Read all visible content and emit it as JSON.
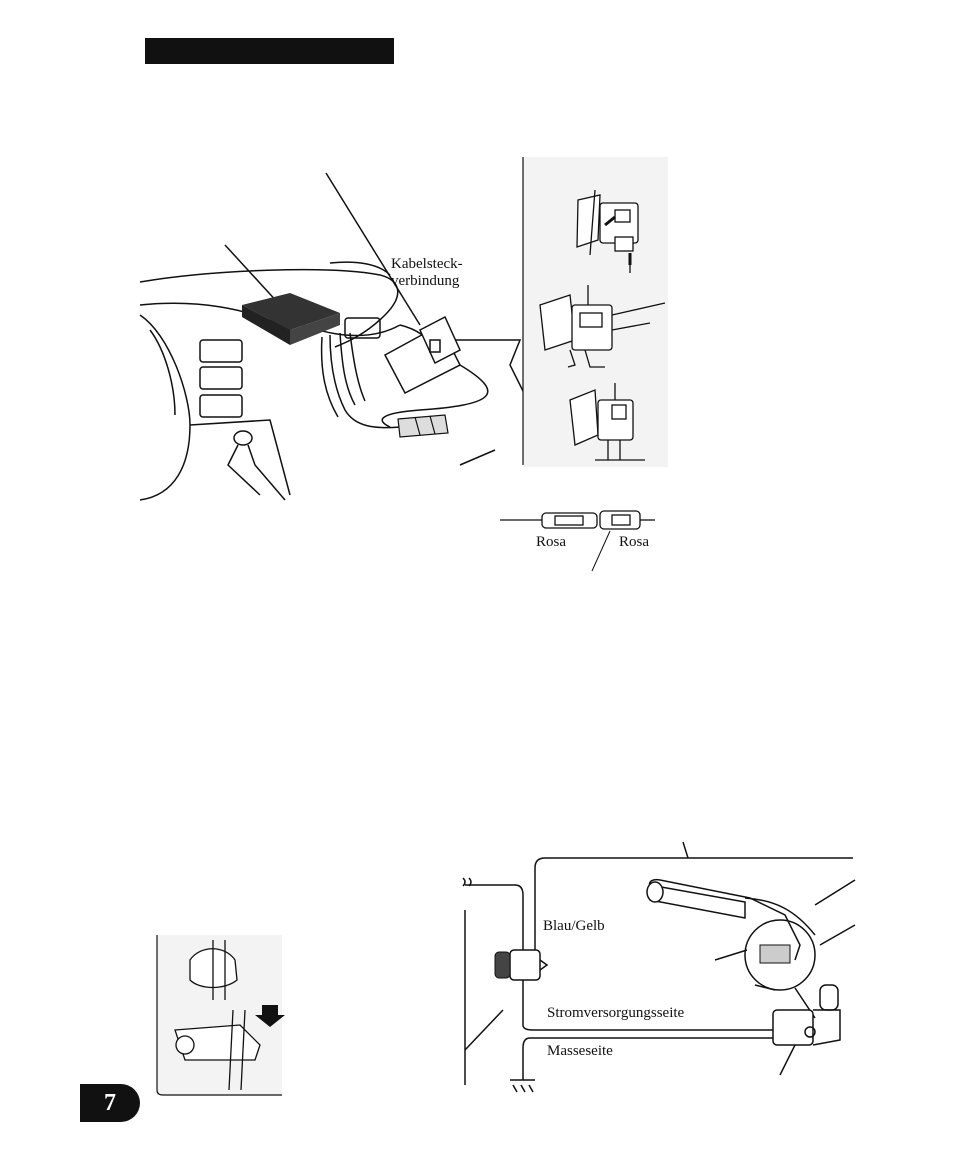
{
  "header": {
    "bar_color": "#111111"
  },
  "figure_top": {
    "connector_label_line1": "Kabelsteck-",
    "connector_label_line2": "verbindung"
  },
  "wire_colors": {
    "left": "Rosa",
    "right": "Rosa"
  },
  "figure_bottom": {
    "wire_blue_yellow": "Blau/Gelb",
    "power_side": "Stromversorgungsseite",
    "ground_side": "Masseseite"
  },
  "page": {
    "number": "7"
  }
}
